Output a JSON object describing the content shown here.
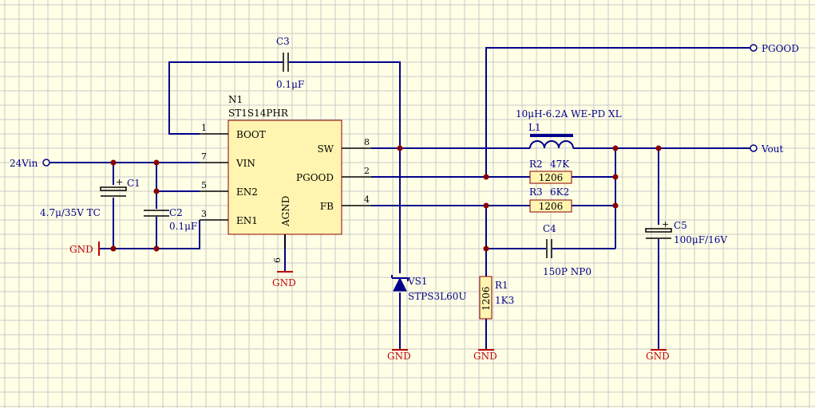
{
  "ic": {
    "designator": "N1",
    "part": "ST1S14PHR",
    "pins": {
      "boot": "BOOT",
      "vin": "VIN",
      "en2": "EN2",
      "en1": "EN1",
      "sw": "SW",
      "pgood": "PGOOD",
      "fb": "FB",
      "agnd": "AGND"
    },
    "pin_numbers": {
      "boot": "1",
      "vin": "7",
      "en2": "5",
      "en1": "3",
      "sw": "8",
      "pgood": "2",
      "fb": "4",
      "agnd": "6"
    }
  },
  "ports": {
    "vin": "24Vin",
    "pgood": "PGOOD",
    "vout": "Vout"
  },
  "components": {
    "c1": {
      "ref": "C1",
      "value": "4.7μ/35V TC"
    },
    "c2": {
      "ref": "C2",
      "value": "0.1μF"
    },
    "c3": {
      "ref": "C3",
      "value": "0.1μF"
    },
    "c4": {
      "ref": "C4",
      "value": "150P NP0"
    },
    "c5": {
      "ref": "C5",
      "value": "100μF/16V"
    },
    "l1": {
      "ref": "L1",
      "value": "10μH-6.2A  WE-PD XL"
    },
    "r1": {
      "ref": "R1",
      "value": "1K3",
      "package": "1206"
    },
    "r2": {
      "ref": "R2",
      "value": "47K",
      "package": "1206"
    },
    "r3": {
      "ref": "R3",
      "value": "6K2",
      "package": "1206"
    },
    "vs1": {
      "ref": "VS1",
      "value": "STPS3L60U"
    }
  },
  "gnd_label": "GND",
  "colors": {
    "background": "#ffffe6",
    "grid": "#c8c8c8",
    "wire": "#00008b",
    "gnd": "#c00000",
    "component_fill": "#fff5b0",
    "junction": "#8b0000"
  }
}
